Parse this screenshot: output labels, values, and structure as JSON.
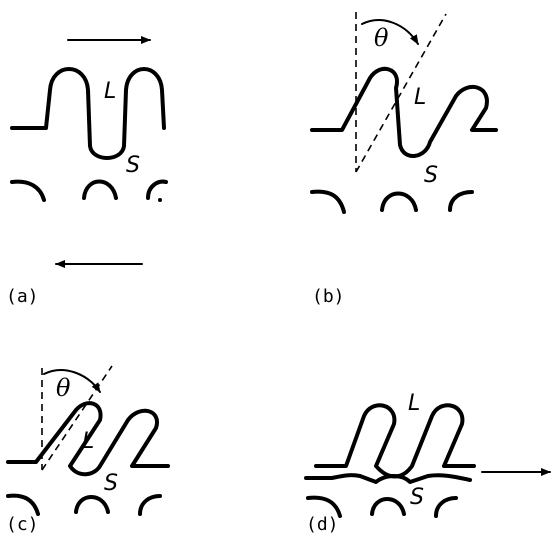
{
  "panels": [
    {
      "caption": "(a)",
      "label_l": "L",
      "label_s": "S"
    },
    {
      "caption": "(b)",
      "label_l": "L",
      "label_s": "S",
      "angle_label": "θ"
    },
    {
      "caption": "(c)",
      "label_l": "L",
      "label_s": "S",
      "angle_label": "θ"
    },
    {
      "caption": "(d)",
      "label_l": "L",
      "label_s": "S"
    }
  ]
}
